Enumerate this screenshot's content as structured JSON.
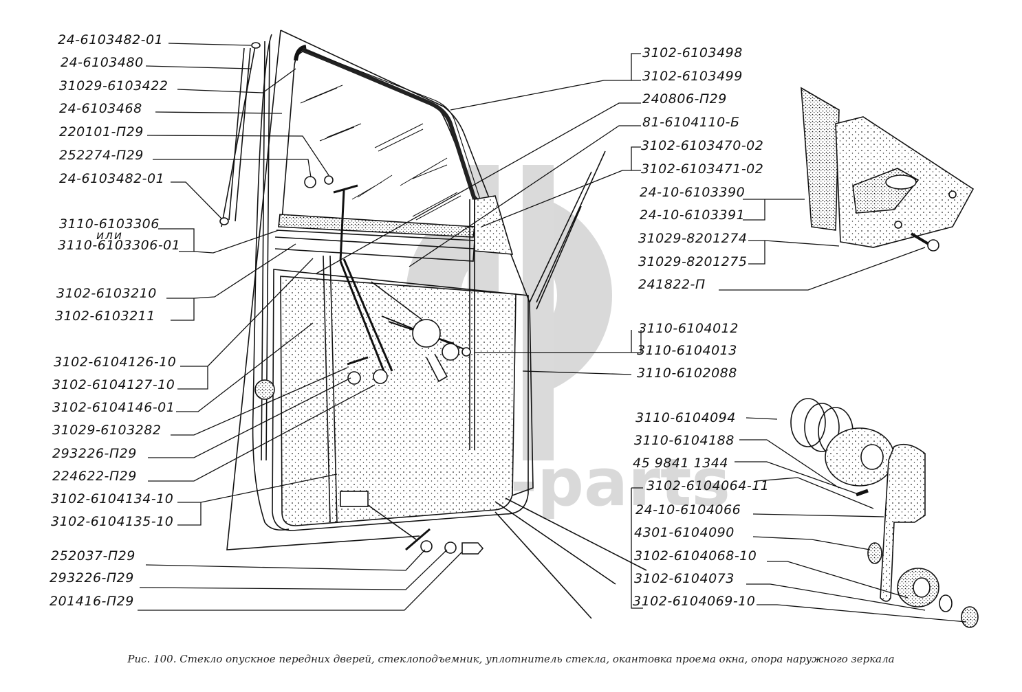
{
  "figure": {
    "caption": "Рис. 100. Стекло опускное передних дверей, стеклоподъемник, уплотнитель стекла, окантовка проема окна, опора наружного зеркала",
    "watermark": "data-parts",
    "watermark_color": "#d9d9d9",
    "line_color": "#111111"
  },
  "labels_left": [
    "24-6103482-01",
    "24-6103480",
    "31029-6103422",
    "24-6103468",
    "220101-П29",
    "252274-П29",
    "24-6103482-01",
    "3110-6103306",
    "или",
    "3110-6103306-01",
    "3102-6103210",
    "3102-6103211",
    "3102-6104126-10",
    "3102-6104127-10",
    "3102-6104146-01",
    "31029-6103282",
    "293226-П29",
    "224622-П29",
    "3102-6104134-10",
    "3102-6104135-10",
    "252037-П29",
    "293226-П29",
    "201416-П29"
  ],
  "labels_right": [
    "3102-6103498",
    "3102-6103499",
    "240806-П29",
    "81-6104110-Б",
    "3102-6103470-02",
    "3102-6103471-02",
    "24-10-6103390",
    "24-10-6103391",
    "31029-8201274",
    "31029-8201275",
    "241822-П",
    "3110-6104012",
    "3110-6104013",
    "3110-6102088",
    "3110-6104094",
    "3110-6104188",
    "45 9841 1344",
    "3102-6104064-11",
    "24-10-6104066",
    "4301-6104090",
    "3102-6104068-10",
    "3102-6104073",
    "3102-6104069-10"
  ]
}
